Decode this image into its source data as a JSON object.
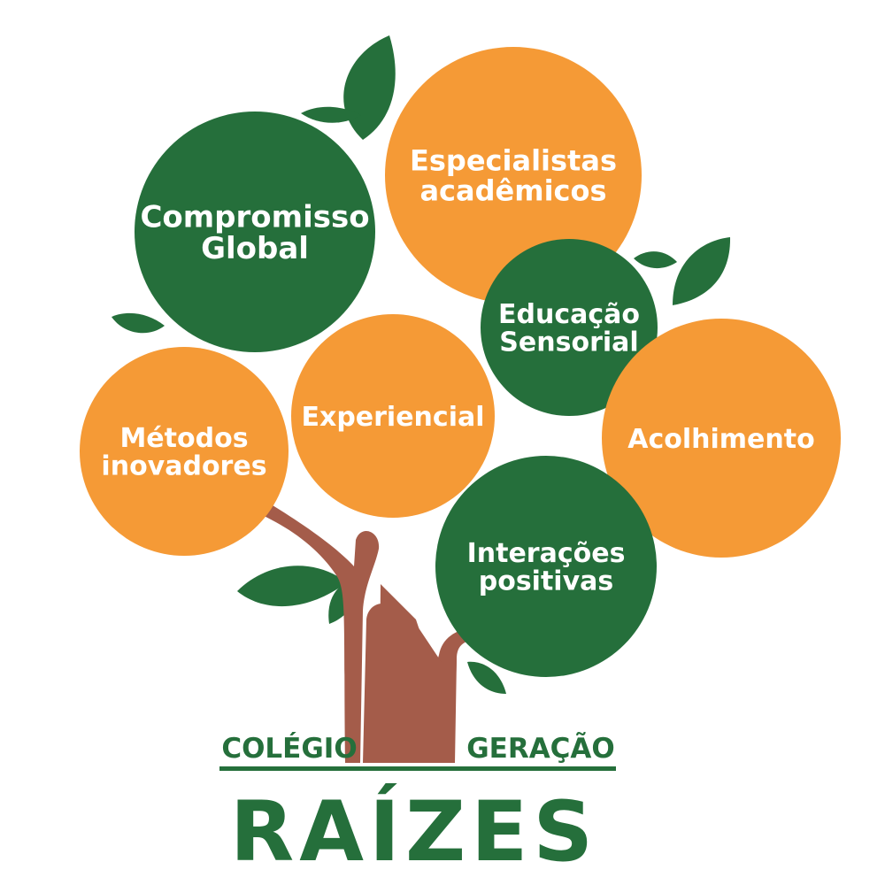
{
  "colors": {
    "green": "#256f3b",
    "orange": "#f59a36",
    "trunk": "#a45c4a",
    "label": "#ffffff",
    "brand_text": "#256f3b"
  },
  "nodes": [
    {
      "key": "compromisso",
      "color": "green",
      "lines": [
        "Compromisso",
        "Global"
      ]
    },
    {
      "key": "especialistas",
      "color": "orange",
      "lines": [
        "Especialistas",
        "acadêmicos"
      ]
    },
    {
      "key": "educacao",
      "color": "green",
      "lines": [
        "Educação",
        "Sensorial"
      ]
    },
    {
      "key": "experiencial",
      "color": "orange",
      "lines": [
        "Experiencial"
      ]
    },
    {
      "key": "metodos",
      "color": "orange",
      "lines": [
        "Métodos",
        "inovadores"
      ]
    },
    {
      "key": "acolhimento",
      "color": "orange",
      "lines": [
        "Acolhimento"
      ]
    },
    {
      "key": "interacoes",
      "color": "green",
      "lines": [
        "Interações",
        "positivas"
      ]
    }
  ],
  "brand": {
    "word_left": "COLÉGIO",
    "word_right": "GERAÇÃO",
    "main": "RAÍZES"
  }
}
